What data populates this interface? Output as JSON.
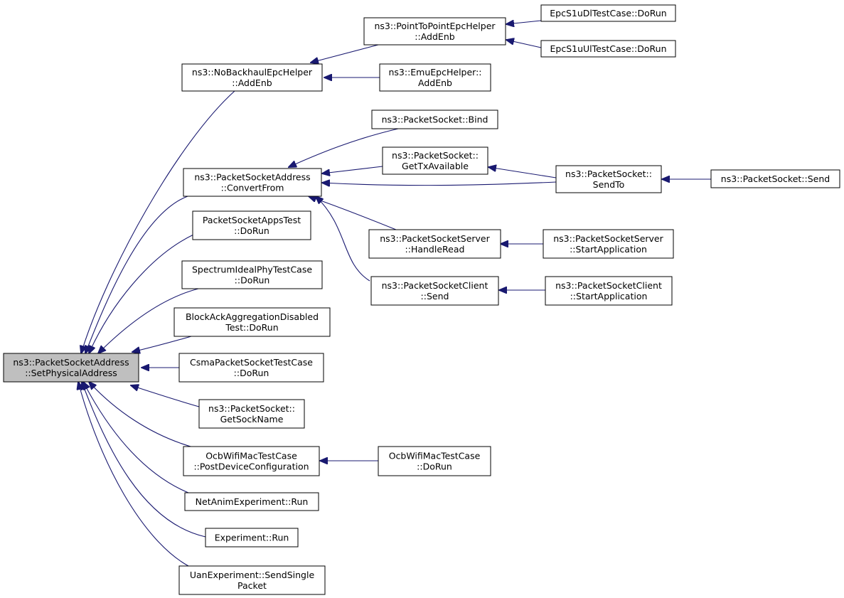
{
  "graph": {
    "root_fill": "#bfbfbf",
    "node_fill": "#ffffff",
    "border_color": "#000000",
    "edge_color": "#191970",
    "nodes": [
      {
        "id": "root",
        "lines": [
          "ns3::PacketSocketAddress",
          "::SetPhysicalAddress"
        ]
      },
      {
        "id": "nobackhaul",
        "lines": [
          "ns3::NoBackhaulEpcHelper",
          "::AddEnb"
        ]
      },
      {
        "id": "p2pepc",
        "lines": [
          "ns3::PointToPointEpcHelper",
          "::AddEnb"
        ]
      },
      {
        "id": "epcdl",
        "lines": [
          "EpcS1uDlTestCase::DoRun"
        ]
      },
      {
        "id": "epcul",
        "lines": [
          "EpcS1uUlTestCase::DoRun"
        ]
      },
      {
        "id": "emuepc",
        "lines": [
          "ns3::EmuEpcHelper::",
          "AddEnb"
        ]
      },
      {
        "id": "convertfrom",
        "lines": [
          "ns3::PacketSocketAddress",
          "::ConvertFrom"
        ]
      },
      {
        "id": "bind",
        "lines": [
          "ns3::PacketSocket::Bind"
        ]
      },
      {
        "id": "gettx",
        "lines": [
          "ns3::PacketSocket::",
          "GetTxAvailable"
        ]
      },
      {
        "id": "sendto",
        "lines": [
          "ns3::PacketSocket::",
          "SendTo"
        ]
      },
      {
        "id": "send",
        "lines": [
          "ns3::PacketSocket::Send"
        ]
      },
      {
        "id": "handleread",
        "lines": [
          "ns3::PacketSocketServer",
          "::HandleRead"
        ]
      },
      {
        "id": "serverstart",
        "lines": [
          "ns3::PacketSocketServer",
          "::StartApplication"
        ]
      },
      {
        "id": "clientsend",
        "lines": [
          "ns3::PacketSocketClient",
          "::Send"
        ]
      },
      {
        "id": "clientstart",
        "lines": [
          "ns3::PacketSocketClient",
          "::StartApplication"
        ]
      },
      {
        "id": "appstest",
        "lines": [
          "PacketSocketAppsTest",
          "::DoRun"
        ]
      },
      {
        "id": "spectrum",
        "lines": [
          "SpectrumIdealPhyTestCase",
          "::DoRun"
        ]
      },
      {
        "id": "blockack",
        "lines": [
          "BlockAckAggregationDisabled",
          "Test::DoRun"
        ]
      },
      {
        "id": "csma",
        "lines": [
          "CsmaPacketSocketTestCase",
          "::DoRun"
        ]
      },
      {
        "id": "getsockname",
        "lines": [
          "ns3::PacketSocket::",
          "GetSockName"
        ]
      },
      {
        "id": "ocbpost",
        "lines": [
          "OcbWifiMacTestCase",
          "::PostDeviceConfiguration"
        ]
      },
      {
        "id": "ocbrun",
        "lines": [
          "OcbWifiMacTestCase",
          "::DoRun"
        ]
      },
      {
        "id": "netanim",
        "lines": [
          "NetAnimExperiment::Run"
        ]
      },
      {
        "id": "experiment",
        "lines": [
          "Experiment::Run"
        ]
      },
      {
        "id": "uan",
        "lines": [
          "UanExperiment::SendSingle",
          "Packet"
        ]
      }
    ],
    "edges": [
      {
        "from": "nobackhaul",
        "to": "root"
      },
      {
        "from": "convertfrom",
        "to": "root"
      },
      {
        "from": "appstest",
        "to": "root"
      },
      {
        "from": "spectrum",
        "to": "root"
      },
      {
        "from": "blockack",
        "to": "root"
      },
      {
        "from": "csma",
        "to": "root"
      },
      {
        "from": "getsockname",
        "to": "root"
      },
      {
        "from": "ocbpost",
        "to": "root"
      },
      {
        "from": "netanim",
        "to": "root"
      },
      {
        "from": "experiment",
        "to": "root"
      },
      {
        "from": "uan",
        "to": "root"
      },
      {
        "from": "p2pepc",
        "to": "nobackhaul"
      },
      {
        "from": "emuepc",
        "to": "nobackhaul"
      },
      {
        "from": "epcdl",
        "to": "p2pepc"
      },
      {
        "from": "epcul",
        "to": "p2pepc"
      },
      {
        "from": "bind",
        "to": "convertfrom"
      },
      {
        "from": "gettx",
        "to": "convertfrom"
      },
      {
        "from": "sendto",
        "to": "convertfrom"
      },
      {
        "from": "handleread",
        "to": "convertfrom"
      },
      {
        "from": "clientsend",
        "to": "convertfrom"
      },
      {
        "from": "sendto",
        "to": "gettx"
      },
      {
        "from": "send",
        "to": "sendto"
      },
      {
        "from": "serverstart",
        "to": "handleread"
      },
      {
        "from": "clientstart",
        "to": "clientsend"
      },
      {
        "from": "ocbrun",
        "to": "ocbpost"
      }
    ]
  }
}
